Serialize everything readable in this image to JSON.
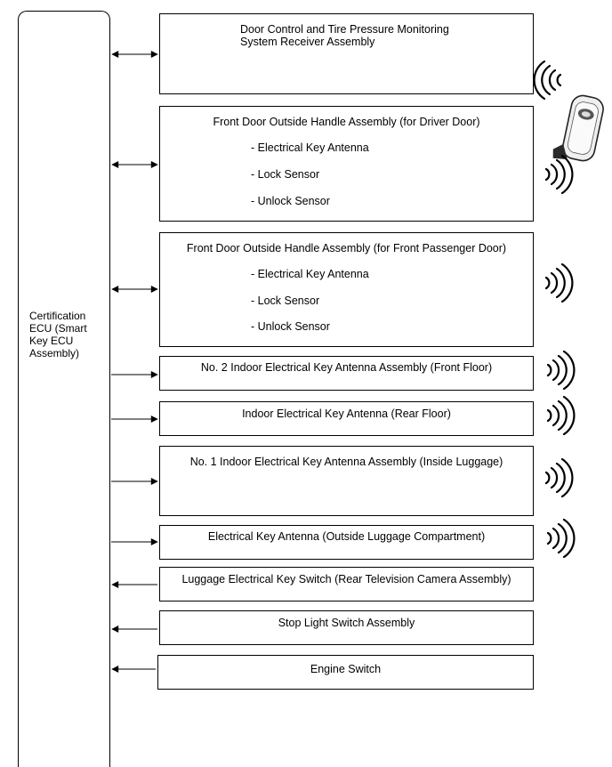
{
  "ecu": {
    "label": "Certification ECU (Smart Key ECU Assembly)"
  },
  "components": [
    {
      "title": "Door Control and Tire Pressure Monitoring System Receiver Assembly",
      "items": [],
      "signal": "bidirectional"
    },
    {
      "title": "Front Door Outside Handle Assembly (for Driver Door)",
      "items": [
        "- Electrical Key Antenna",
        "- Lock Sensor",
        "- Unlock Sensor"
      ],
      "signal": "bidirectional"
    },
    {
      "title": "Front Door Outside Handle Assembly (for Front Passenger Door)",
      "items": [
        "- Electrical Key Antenna",
        "- Lock Sensor",
        "- Unlock Sensor"
      ],
      "signal": "bidirectional"
    },
    {
      "title": "No. 2 Indoor Electrical Key Antenna Assembly (Front Floor)",
      "items": [],
      "signal": "ecu-to-component"
    },
    {
      "title": "Indoor Electrical Key Antenna (Rear Floor)",
      "items": [],
      "signal": "ecu-to-component"
    },
    {
      "title": "No. 1 Indoor Electrical Key Antenna Assembly (Inside Luggage)",
      "items": [],
      "signal": "ecu-to-component"
    },
    {
      "title": "Electrical Key Antenna (Outside Luggage Compartment)",
      "items": [],
      "signal": "ecu-to-component"
    },
    {
      "title": "Luggage Electrical Key Switch (Rear Television Camera Assembly)",
      "items": [],
      "signal": "component-to-ecu"
    },
    {
      "title": "Stop Light Switch Assembly",
      "items": [],
      "signal": "component-to-ecu"
    },
    {
      "title": "Engine Switch",
      "items": [],
      "signal": "component-to-ecu"
    }
  ],
  "icons": {
    "key_fob": "electrical-key-fob-icon",
    "wave": "radio-wave-icon"
  }
}
